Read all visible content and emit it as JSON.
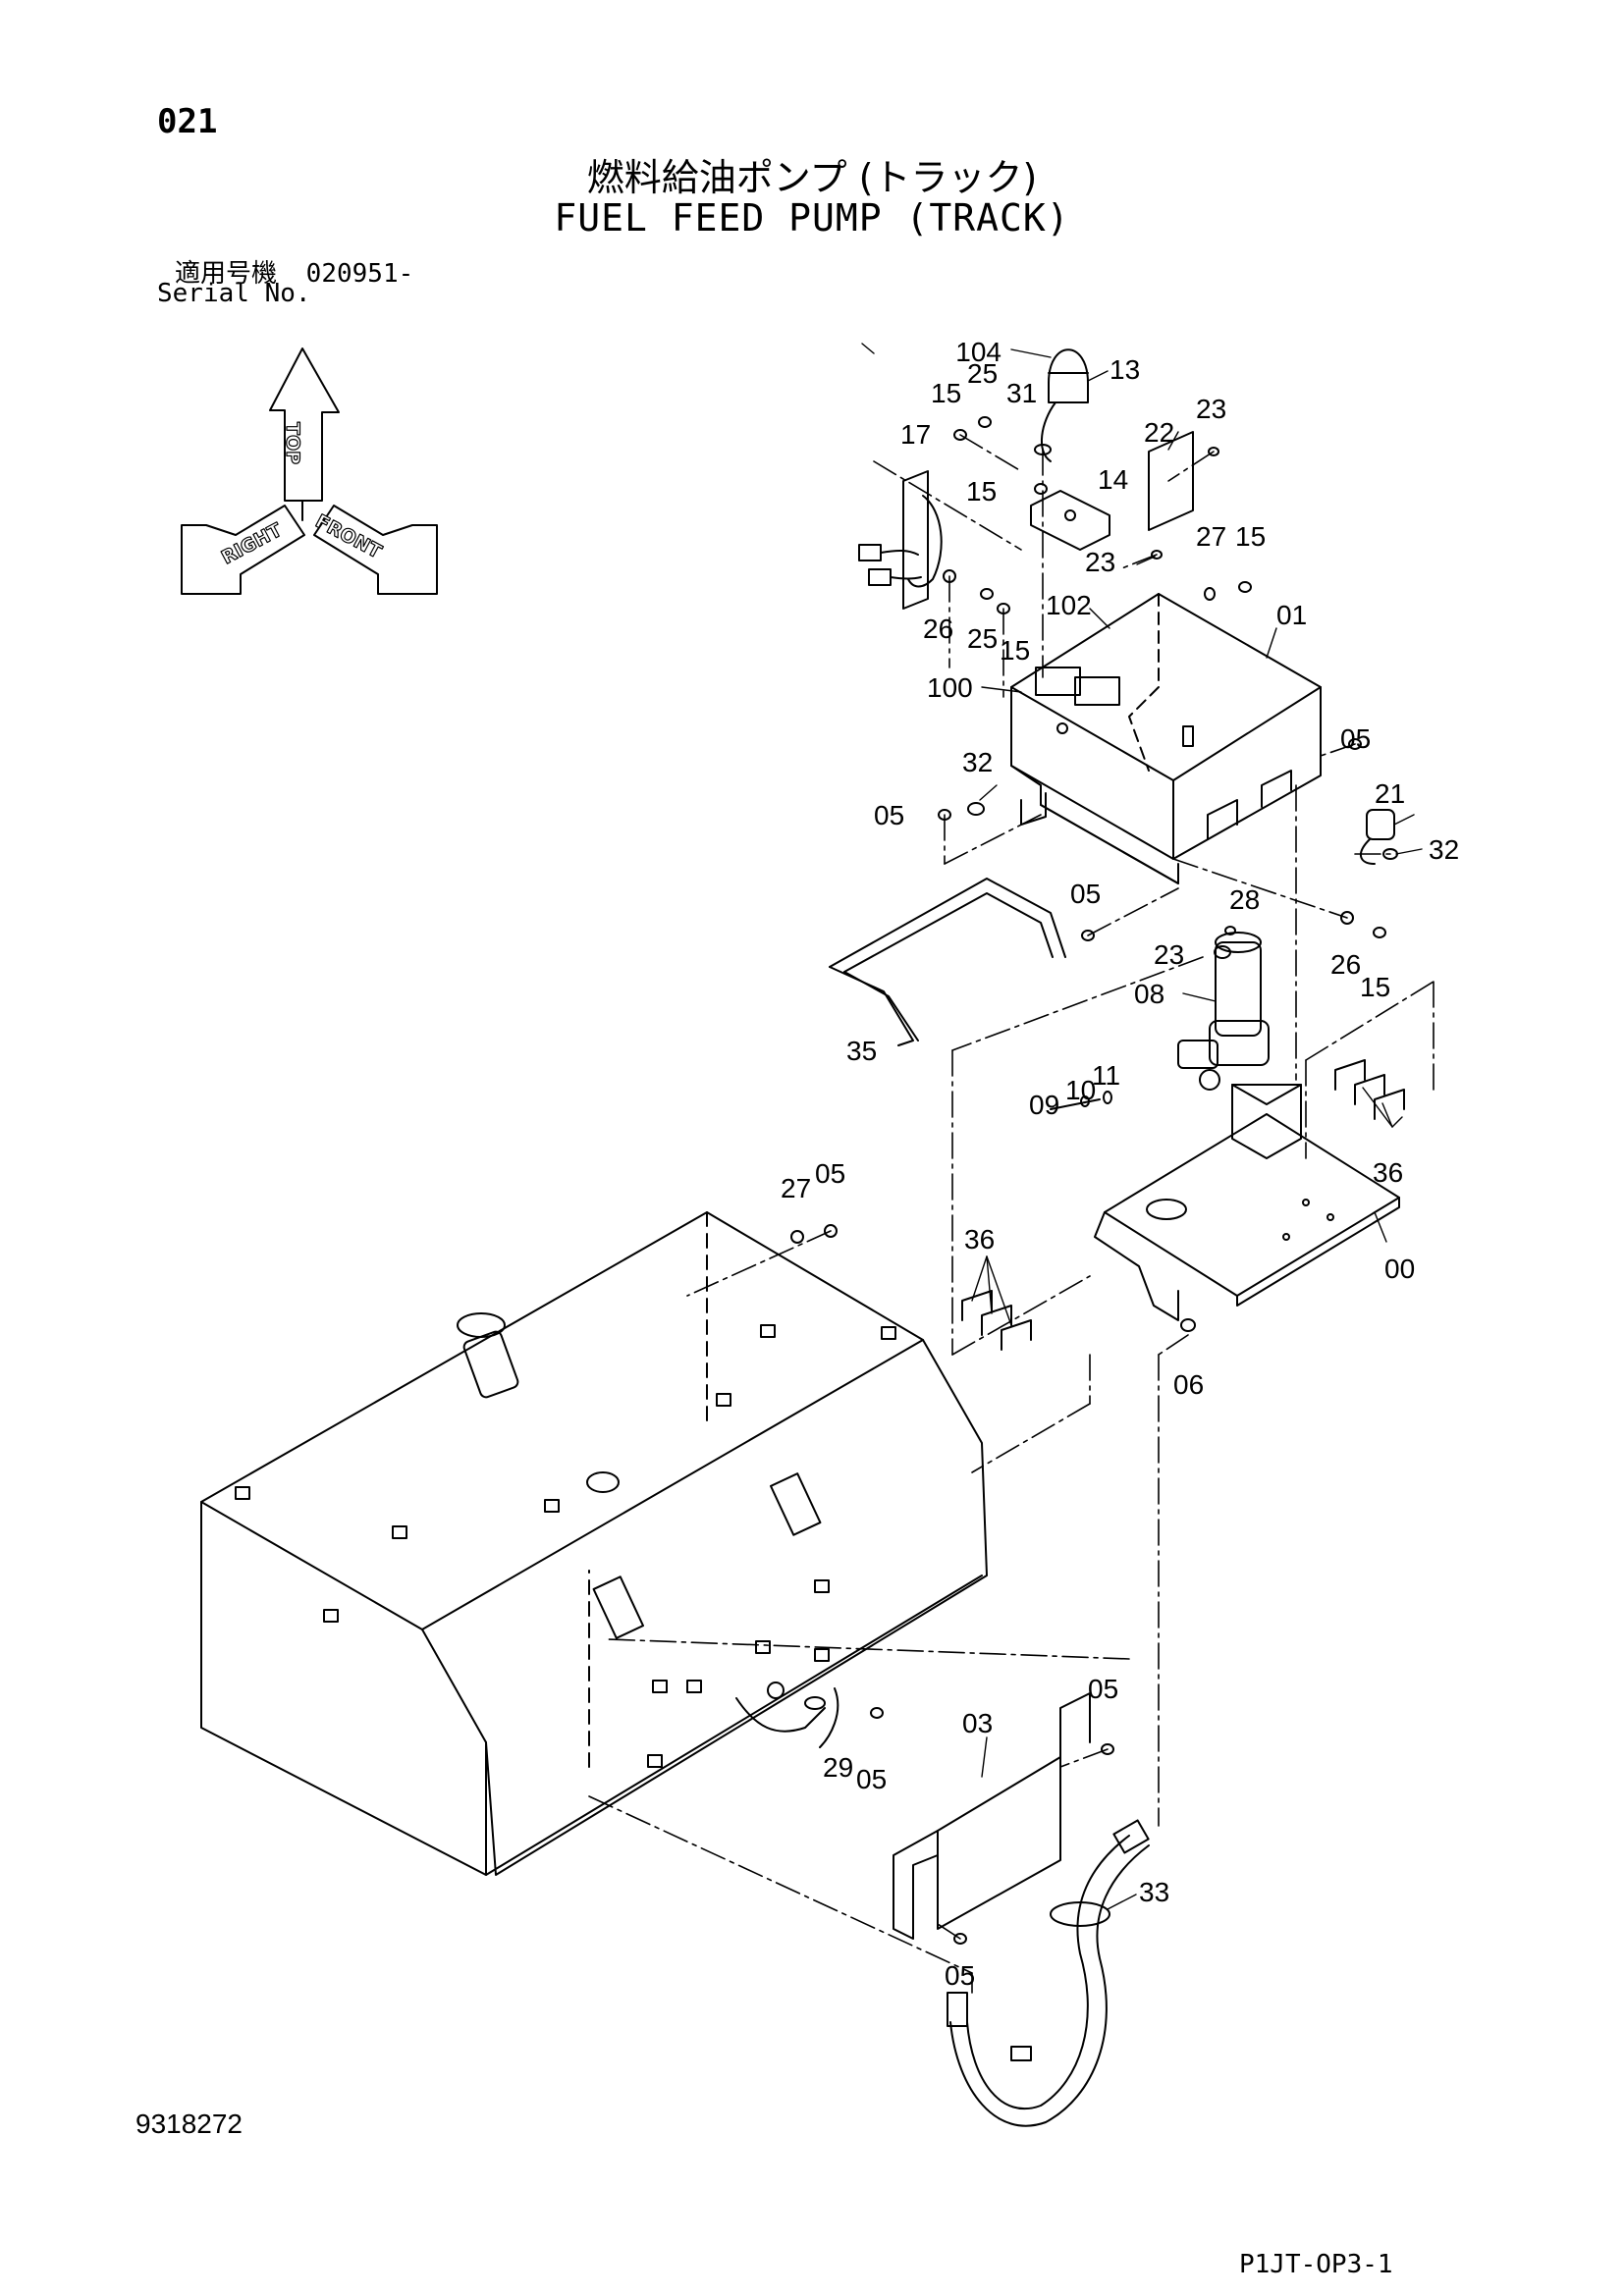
{
  "header": {
    "page_code": "021",
    "title_jp": "燃料給油ポンプ (トラック)",
    "title_en": "FUEL FEED PUMP (TRACK)",
    "serial_label_jp": "適用号機",
    "serial_value": "020951-",
    "serial_label_en": "Serial No."
  },
  "orientation": {
    "top": "TOP",
    "right": "RIGHT",
    "front": "FRONT"
  },
  "callouts": {
    "c104": "104",
    "c13": "13",
    "c25a": "25",
    "c15a": "15",
    "c31": "31",
    "c23a": "23",
    "c22": "22",
    "c17": "17",
    "c15b": "15",
    "c14": "14",
    "c27a": "27",
    "c15c": "15",
    "c23b": "23",
    "c102": "102",
    "c01": "01",
    "c26a": "26",
    "c25b": "25",
    "c15d": "15",
    "c100": "100",
    "c05a": "05",
    "c21": "21",
    "c32a": "32",
    "c32b": "32",
    "c05b": "05",
    "c05c": "05",
    "c28": "28",
    "c23c": "23",
    "c26b": "26",
    "c15e": "15",
    "c08": "08",
    "c35": "35",
    "c09": "09",
    "c10": "10",
    "c11": "11",
    "c36a": "36",
    "c27b": "27",
    "c05d": "05",
    "c36b": "36",
    "c00": "00",
    "c06": "06",
    "c03": "03",
    "c05e": "05",
    "c29": "29",
    "c05f": "05",
    "c33": "33",
    "c05g": "05"
  },
  "footer": {
    "doc_number": "9318272",
    "page_ref": "P1JT-OP3-1"
  }
}
